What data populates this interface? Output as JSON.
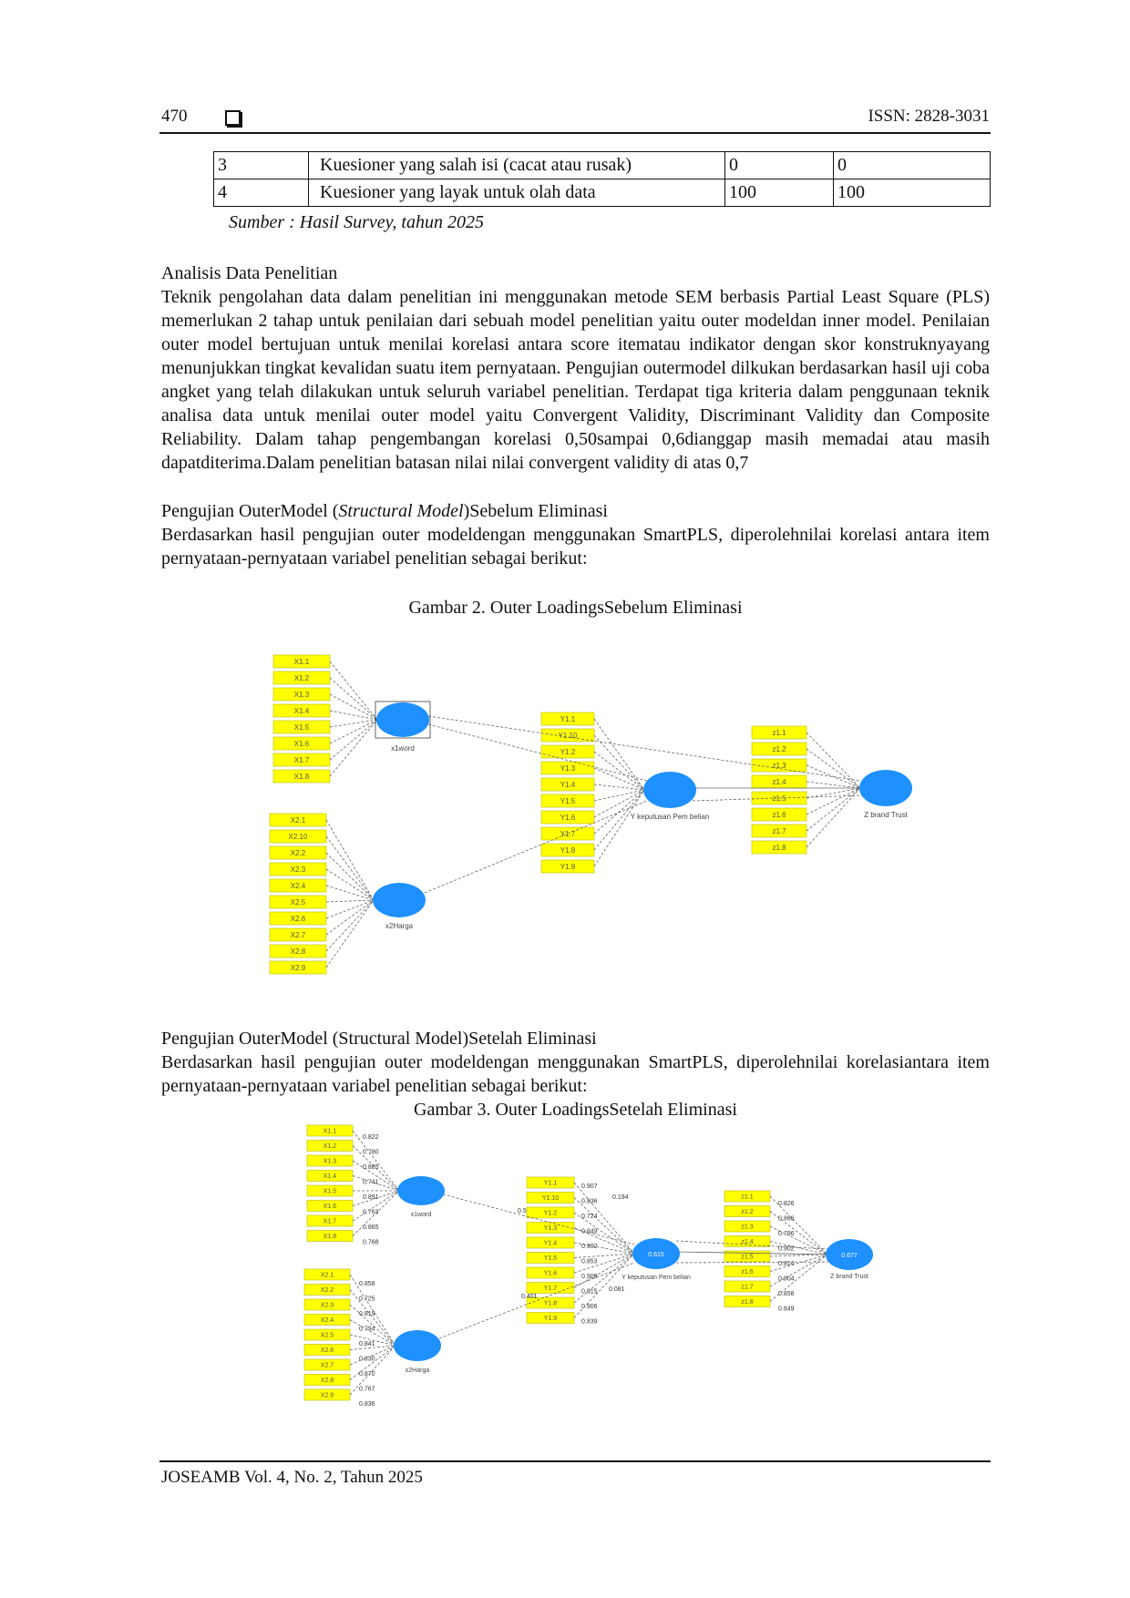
{
  "header": {
    "page_number": "470",
    "issn": "ISSN: 2828-3031"
  },
  "table": {
    "rows": [
      {
        "no": "3",
        "description": "Kuesioner yang salah isi (cacat atau rusak)",
        "col3": "0",
        "col4": "0"
      },
      {
        "no": "4",
        "description": "Kuesioner yang layak untuk olah data",
        "col3": "100",
        "col4": "100"
      }
    ],
    "source": "Sumber : Hasil Survey, tahun 2025"
  },
  "section_heading": "Analisis Data Penelitian",
  "paragraph_1": "Teknik pengolahan data dalam penelitian ini menggunakan metode SEM berbasis Partial Least Square (PLS) memerlukan 2 tahap untuk penilaian dari sebuah model penelitian yaitu outer modeldan inner model. Penilaian outer model bertujuan untuk menilai korelasi antara score itematau indikator dengan skor konstruknyayang menunjukkan tingkat kevalidan suatu item pernyataan. Pengujian outermodel dilkukan berdasarkan hasil uji coba angket yang telah dilakukan untuk seluruh variabel penelitian. Terdapat tiga kriteria dalam penggunaan teknik analisa data untuk menilai outer model yaitu Convergent Validity, Discriminant Validity dan Composite Reliability. Dalam tahap pengembangan korelasi 0,50sampai 0,6dianggap masih memadai atau masih dapatditerima.Dalam penelitian batasan nilai nilai convergent validity di atas 0,7",
  "subheading_1": {
    "prefix": "Pengujian OuterModel (",
    "italic": "Structural Model",
    "suffix": ")Sebelum Eliminasi"
  },
  "paragraph_2": "Berdasarkan hasil pengujian outer modeldengan menggunakan SmartPLS, diperolehnilai korelasi antara item pernyataan-pernyataan variabel penelitian sebagai berikut:",
  "figure_2": {
    "caption": "Gambar 2. Outer LoadingsSebelum Eliminasi",
    "x1_items": [
      "X1.1",
      "X1.2",
      "X1.3",
      "X1.4",
      "X1.5",
      "X1.6",
      "X1.7",
      "X1.8"
    ],
    "x2_items": [
      "X2.1",
      "X2.10",
      "X2.2",
      "X2.3",
      "X2.4",
      "X2.5",
      "X2.6",
      "X2.7",
      "X2.8",
      "X2.9"
    ],
    "y_items": [
      "Y1.1",
      "Y1.10",
      "Y1.2",
      "Y1.3",
      "Y1.4",
      "Y1.5",
      "Y1.6",
      "Y1.7",
      "Y1.8",
      "Y1.9"
    ],
    "z_items": [
      "z1.1",
      "z1.2",
      "z1.3",
      "z1.4",
      "z1.5",
      "z1.6",
      "z1.7",
      "z1.8"
    ],
    "constructs": {
      "x1": "x1word",
      "x2": "x2Harga",
      "y": "Y keputusan Pem belian",
      "z": "Z brand Trust"
    }
  },
  "subheading_2": "Pengujian OuterModel (Structural Model)Setelah Eliminasi",
  "paragraph_3": "Berdasarkan hasil pengujian outer modeldengan menggunakan SmartPLS, diperolehnilai korelasiantara item pernyataan-pernyataan variabel penelitian sebagai berikut:",
  "figure_3": {
    "caption": "Gambar 3. Outer LoadingsSetelah Eliminasi",
    "x1_items": [
      "X1.1",
      "X1.2",
      "X1.3",
      "X1.4",
      "X1.5",
      "X1.6",
      "X1.7",
      "X1.8"
    ],
    "x2_items": [
      "X2.1",
      "X2.2",
      "X2.3",
      "X2.4",
      "X2.5",
      "X2.6",
      "X2.7",
      "X2.8",
      "X2.9"
    ],
    "y_items": [
      "Y1.1",
      "Y1.10",
      "Y1.2",
      "Y1.3",
      "Y1.4",
      "Y1.5",
      "Y1.6",
      "Y1.7",
      "Y1.8",
      "Y1.9"
    ],
    "z_items": [
      "z1.1",
      "z1.2",
      "z1.3",
      "z1.4",
      "z1.5",
      "z1.6",
      "z1.7",
      "z1.8"
    ],
    "x1_loadings": [
      "0.822",
      "0.780",
      "0.885",
      "0.741",
      "0.891",
      "0.763",
      "0.865",
      "0.768"
    ],
    "x2_loadings": [
      "0.858",
      "0.725",
      "0.819",
      "0.794",
      "0.841",
      "0.830",
      "0.870",
      "0.767",
      "0.836"
    ],
    "y_loadings": [
      "0.907",
      "0.836",
      "0.724",
      "0.849",
      "0.902",
      "0.853",
      "0.909",
      "0.815",
      "0.906",
      "0.839"
    ],
    "z_loadings": [
      "0.826",
      "0.866",
      "0.796",
      "0.902",
      "0.814",
      "0.904",
      "0.858",
      "0.849"
    ],
    "path_labels": {
      "x1_y": "0.5",
      "x2_y": "0.401",
      "y_z": "0.194",
      "y_z_b": "0.081"
    },
    "constructs": {
      "x1": "x1word",
      "x2": "x2Harga",
      "y": "Y keputusan Pem belian",
      "y_value": "0.615",
      "z": "Z brand Trust",
      "z_value": "0.677"
    }
  },
  "footer": "JOSEAMB Vol. 4, No. 2, Tahun 2025"
}
